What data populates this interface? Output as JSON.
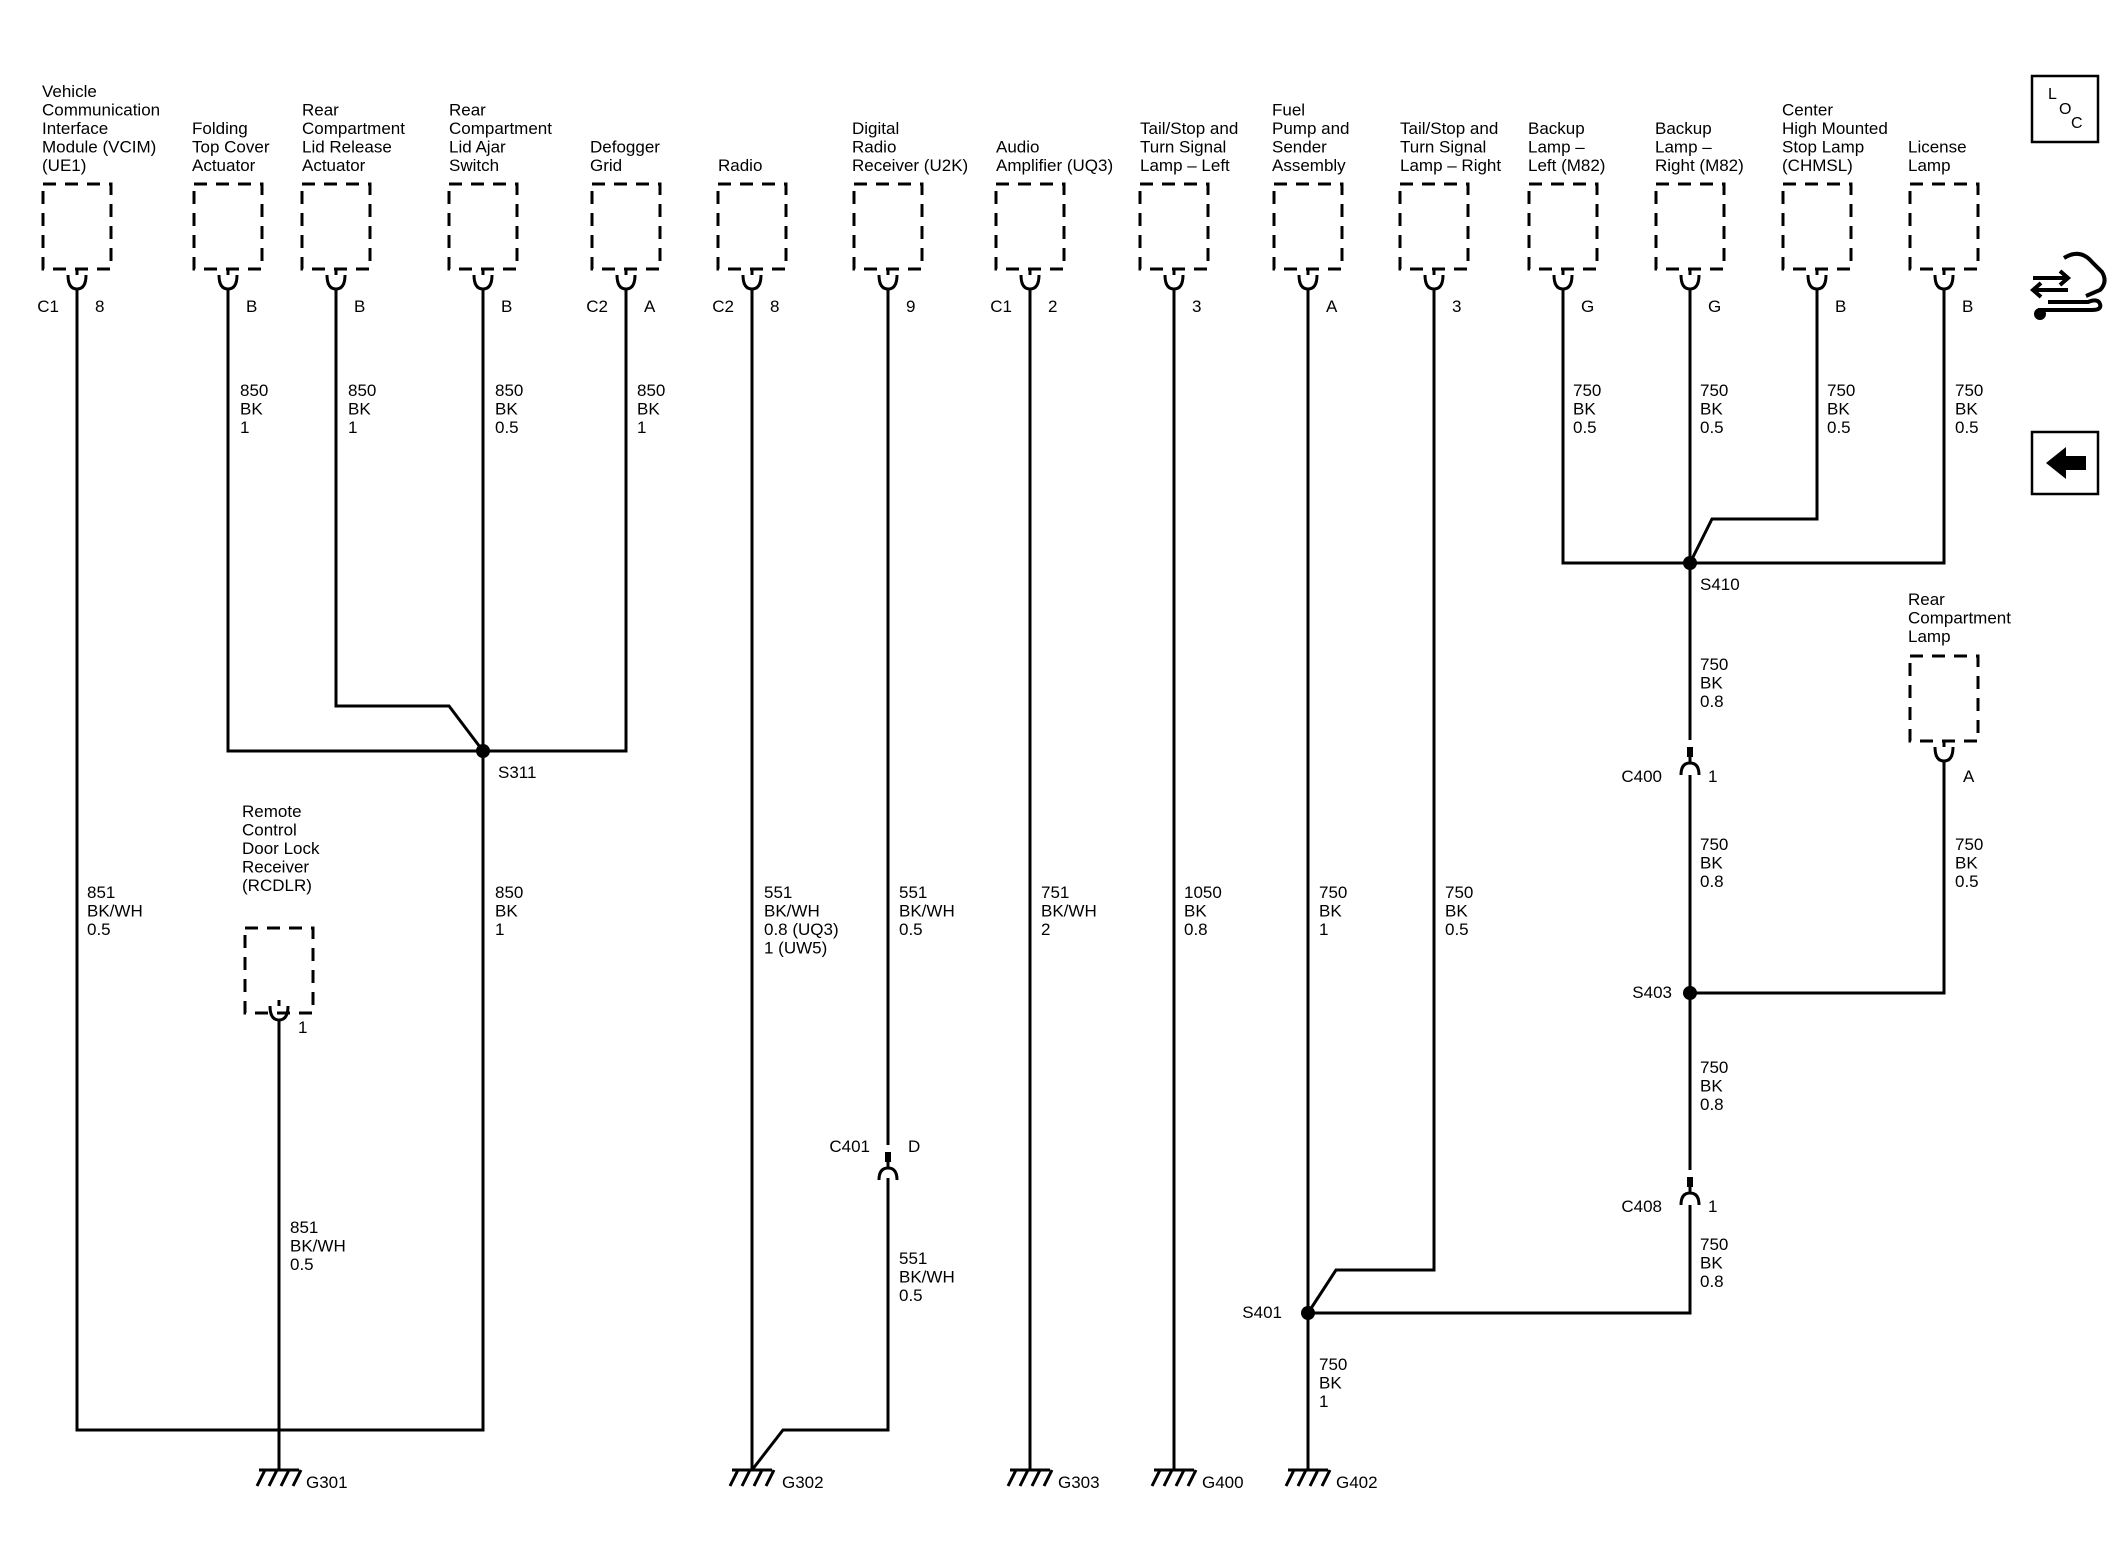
{
  "components": [
    {
      "id": "vcim",
      "label": [
        "Vehicle",
        "Communication",
        "Interface",
        "Module (VCIM)",
        "(UE1)"
      ],
      "connector": "C1",
      "pin": "8"
    },
    {
      "id": "folding-top",
      "label": [
        "Folding",
        "Top Cover",
        "Actuator"
      ],
      "connector": "",
      "pin": "B"
    },
    {
      "id": "rear-lid-release",
      "label": [
        "Rear",
        "Compartment",
        "Lid Release",
        "Actuator"
      ],
      "connector": "",
      "pin": "B"
    },
    {
      "id": "rear-lid-ajar",
      "label": [
        "Rear",
        "Compartment",
        "Lid Ajar",
        "Switch"
      ],
      "connector": "",
      "pin": "B"
    },
    {
      "id": "defogger",
      "label": [
        "Defogger",
        "Grid"
      ],
      "connector": "C2",
      "pin": "A"
    },
    {
      "id": "radio",
      "label": [
        "Radio"
      ],
      "connector": "C2",
      "pin": "8"
    },
    {
      "id": "digital-radio",
      "label": [
        "Digital",
        "Radio",
        "Receiver (U2K)"
      ],
      "connector": "",
      "pin": "9"
    },
    {
      "id": "audio-amp",
      "label": [
        "Audio",
        "Amplifier (UQ3)"
      ],
      "connector": "C1",
      "pin": "2"
    },
    {
      "id": "tail-left",
      "label": [
        "Tail/Stop and",
        "Turn Signal",
        "Lamp – Left"
      ],
      "connector": "",
      "pin": "3"
    },
    {
      "id": "fuel-pump",
      "label": [
        "Fuel",
        "Pump and",
        "Sender",
        "Assembly"
      ],
      "connector": "",
      "pin": "A"
    },
    {
      "id": "tail-right",
      "label": [
        "Tail/Stop and",
        "Turn Signal",
        "Lamp – Right"
      ],
      "connector": "",
      "pin": "3"
    },
    {
      "id": "backup-left",
      "label": [
        "Backup",
        "Lamp –",
        "Left (M82)"
      ],
      "connector": "",
      "pin": "G"
    },
    {
      "id": "backup-right",
      "label": [
        "Backup",
        "Lamp –",
        "Right (M82)"
      ],
      "connector": "",
      "pin": "G"
    },
    {
      "id": "chmsl",
      "label": [
        "Center",
        "High Mounted",
        "Stop Lamp",
        "(CHMSL)"
      ],
      "connector": "",
      "pin": "B"
    },
    {
      "id": "license",
      "label": [
        "License",
        "Lamp"
      ],
      "connector": "",
      "pin": "B"
    },
    {
      "id": "rcdlr",
      "label": [
        "Remote",
        "Control",
        "Door Lock",
        "Receiver",
        "(RCDLR)"
      ],
      "connector": "",
      "pin": "1"
    },
    {
      "id": "rear-comp-lamp",
      "label": [
        "Rear",
        "Compartment",
        "Lamp"
      ],
      "connector": "",
      "pin": "A"
    }
  ],
  "wires": [
    {
      "id": "w-folding",
      "text": [
        "850",
        "BK",
        "1"
      ]
    },
    {
      "id": "w-lid-release",
      "text": [
        "850",
        "BK",
        "1"
      ]
    },
    {
      "id": "w-lid-ajar",
      "text": [
        "850",
        "BK",
        "0.5"
      ]
    },
    {
      "id": "w-defogger",
      "text": [
        "850",
        "BK",
        "1"
      ]
    },
    {
      "id": "w-vcim",
      "text": [
        "851",
        "BK/WH",
        "0.5"
      ]
    },
    {
      "id": "w-s311",
      "text": [
        "850",
        "BK",
        "1"
      ]
    },
    {
      "id": "w-rcdlr",
      "text": [
        "851",
        "BK/WH",
        "0.5"
      ]
    },
    {
      "id": "w-radio",
      "text": [
        "551",
        "BK/WH",
        "0.8 (UQ3)",
        "1 (UW5)"
      ]
    },
    {
      "id": "w-digital-upper",
      "text": [
        "551",
        "BK/WH",
        "0.5"
      ]
    },
    {
      "id": "w-digital-lower",
      "text": [
        "551",
        "BK/WH",
        "0.5"
      ]
    },
    {
      "id": "w-audio",
      "text": [
        "751",
        "BK/WH",
        "2"
      ]
    },
    {
      "id": "w-tail-left",
      "text": [
        "1050",
        "BK",
        "0.8"
      ]
    },
    {
      "id": "w-fuel",
      "text": [
        "750",
        "BK",
        "1"
      ]
    },
    {
      "id": "w-tail-right",
      "text": [
        "750",
        "BK",
        "0.5"
      ]
    },
    {
      "id": "w-backup-left",
      "text": [
        "750",
        "BK",
        "0.5"
      ]
    },
    {
      "id": "w-backup-right",
      "text": [
        "750",
        "BK",
        "0.5"
      ]
    },
    {
      "id": "w-chmsl",
      "text": [
        "750",
        "BK",
        "0.5"
      ]
    },
    {
      "id": "w-license",
      "text": [
        "750",
        "BK",
        "0.5"
      ]
    },
    {
      "id": "w-s410-c400",
      "text": [
        "750",
        "BK",
        "0.8"
      ]
    },
    {
      "id": "w-c400-s403",
      "text": [
        "750",
        "BK",
        "0.8"
      ]
    },
    {
      "id": "w-rear-comp",
      "text": [
        "750",
        "BK",
        "0.5"
      ]
    },
    {
      "id": "w-s403-c408",
      "text": [
        "750",
        "BK",
        "0.8"
      ]
    },
    {
      "id": "w-c408-s401",
      "text": [
        "750",
        "BK",
        "0.8"
      ]
    },
    {
      "id": "w-s401-g402",
      "text": [
        "750",
        "BK",
        "1"
      ]
    }
  ],
  "splices": [
    "S311",
    "S410",
    "S403",
    "S401"
  ],
  "inline_connectors": [
    {
      "id": "c400",
      "name": "C400",
      "pin": "1"
    },
    {
      "id": "c401",
      "name": "C401",
      "pin": "D"
    },
    {
      "id": "c408",
      "name": "C408",
      "pin": "1"
    }
  ],
  "grounds": [
    "G301",
    "G302",
    "G303",
    "G400",
    "G402"
  ],
  "side_buttons": {
    "loc_letters": [
      "L",
      "O",
      "C"
    ],
    "connector_icon": "connector-icon",
    "back_icon": "back-arrow-icon"
  }
}
